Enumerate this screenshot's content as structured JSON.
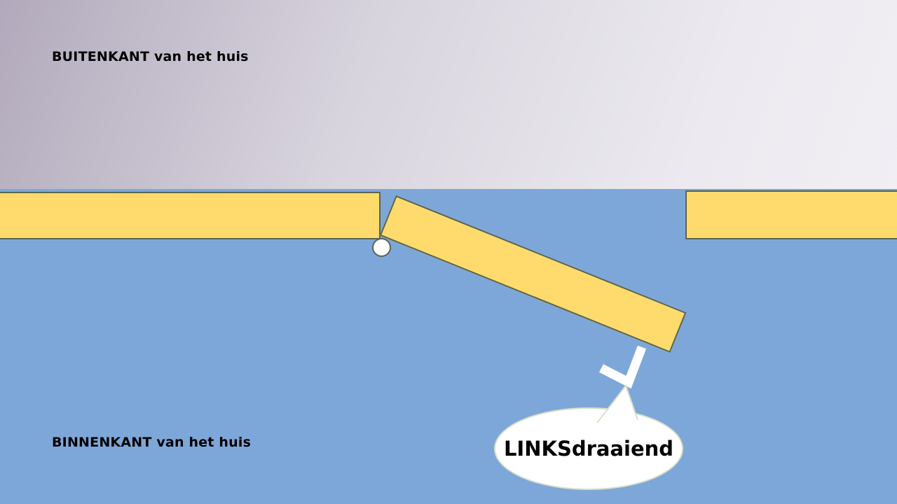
{
  "labels": {
    "outside": {
      "strong": "BUITENKANT",
      "rest": " van het huis"
    },
    "inside": {
      "strong": "BINNENKANT",
      "rest": " van het huis"
    }
  },
  "bubble": {
    "text": "LINKSdraaiend"
  },
  "colors": {
    "outside_top": "#b2aabc",
    "outside_bottom": "#eceaf0",
    "inside_bg": "#7ea7d9",
    "wall_fill": "#ffdb6d",
    "wall_border": "#5a654f",
    "bubble_fill": "#ffffff",
    "bubble_border": "#d8e0c8",
    "text": "#000000"
  }
}
